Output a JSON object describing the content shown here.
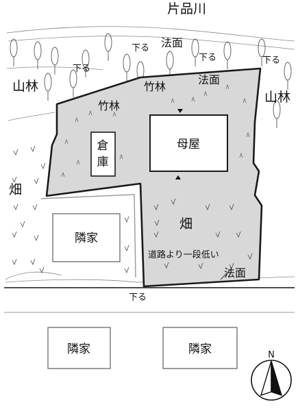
{
  "map": {
    "river_label": "片品川",
    "woods_left": "山林",
    "woods_right": "山林",
    "downhill": "下る",
    "slope": "法面",
    "bamboo": "竹林",
    "field_left": "畑",
    "field_main": "畑",
    "storehouse": "倉庫",
    "main_house": "母屋",
    "neighbor": "隣家",
    "lower_note": "道路より一段低い",
    "north": "N"
  },
  "colors": {
    "site_fill": "#d8d8d8",
    "outline": "#1a1a1a",
    "background": "#ffffff"
  }
}
